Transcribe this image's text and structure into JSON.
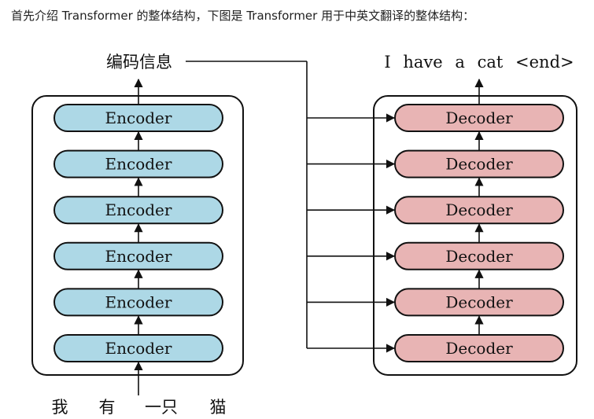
{
  "intro_text": "首先介绍 Transformer 的整体结构，下图是 Transformer 用于中英文翻译的整体结构：",
  "diagram": {
    "encoder_output_label": "编码信息",
    "encoder_block_label": "Encoder",
    "decoder_block_label": "Decoder",
    "encoder_count": 6,
    "decoder_count": 6,
    "input_tokens": [
      "我",
      "有",
      "一只",
      "猫"
    ],
    "output_tokens": [
      "I",
      "have",
      "a",
      "cat",
      "<end>"
    ],
    "colors": {
      "encoder_fill": "#add8e6",
      "decoder_fill": "#e8b4b4",
      "stroke": "#111111"
    }
  }
}
